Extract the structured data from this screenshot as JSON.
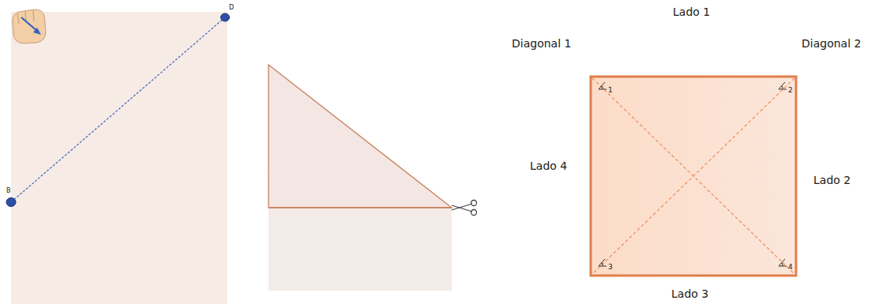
{
  "diagram": {
    "labels": [
      "D",
      "B",
      "Diagonal 1",
      "Lado 1",
      "Diagonal 2",
      "Lado 4",
      "Lado 2",
      "Lado 3",
      "1",
      "2",
      "3",
      "4"
    ]
  }
}
